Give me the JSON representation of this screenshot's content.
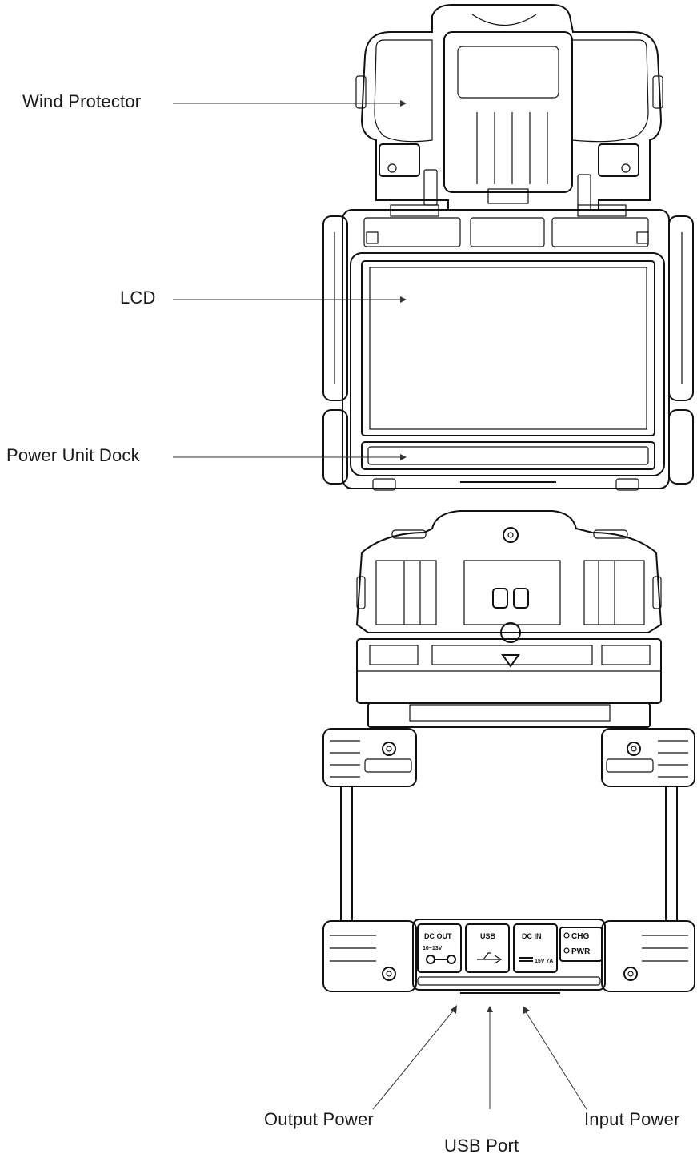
{
  "labels": {
    "wind_protector": "Wind Protector",
    "lcd": "LCD",
    "power_unit_dock": "Power Unit Dock",
    "output_power": "Output Power",
    "usb_port": "USB Port",
    "input_power": "Input Power"
  },
  "panel": {
    "dc_out": "DC OUT",
    "dc_out_spec": "10~13V",
    "usb": "USB",
    "dc_in": "DC IN",
    "dc_in_spec": "15V 7A",
    "chg": "CHG",
    "pwr": "PWR"
  }
}
